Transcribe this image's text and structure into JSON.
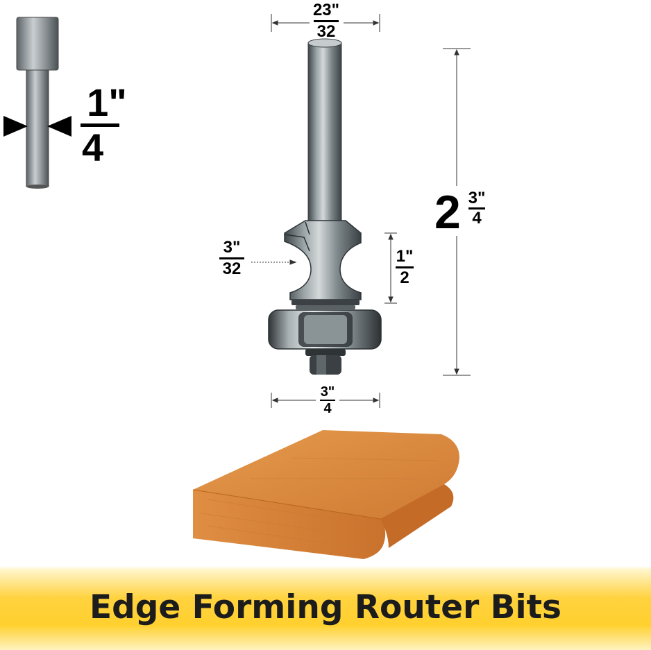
{
  "shank_diameter": {
    "whole": "1\"",
    "den": "4"
  },
  "cutting_diameter": {
    "num": "23\"",
    "den": "32"
  },
  "overall_length": {
    "whole": "2",
    "num": "3\"",
    "den": "4"
  },
  "radius": {
    "num": "3\"",
    "den": "32"
  },
  "cutting_length": {
    "num": "1\"",
    "den": "2"
  },
  "bearing_diameter": {
    "num": "3\"",
    "den": "4"
  },
  "banner": {
    "title": "Edge Forming Router Bits"
  },
  "colors": {
    "banner": "#ffd23f",
    "wood": "#d9883f",
    "metal": "#6b7478"
  },
  "icons": [
    "shank-icon",
    "arrow-right-icon",
    "arrow-left-icon",
    "router-bit-illustration",
    "wood-profile-illustration"
  ]
}
